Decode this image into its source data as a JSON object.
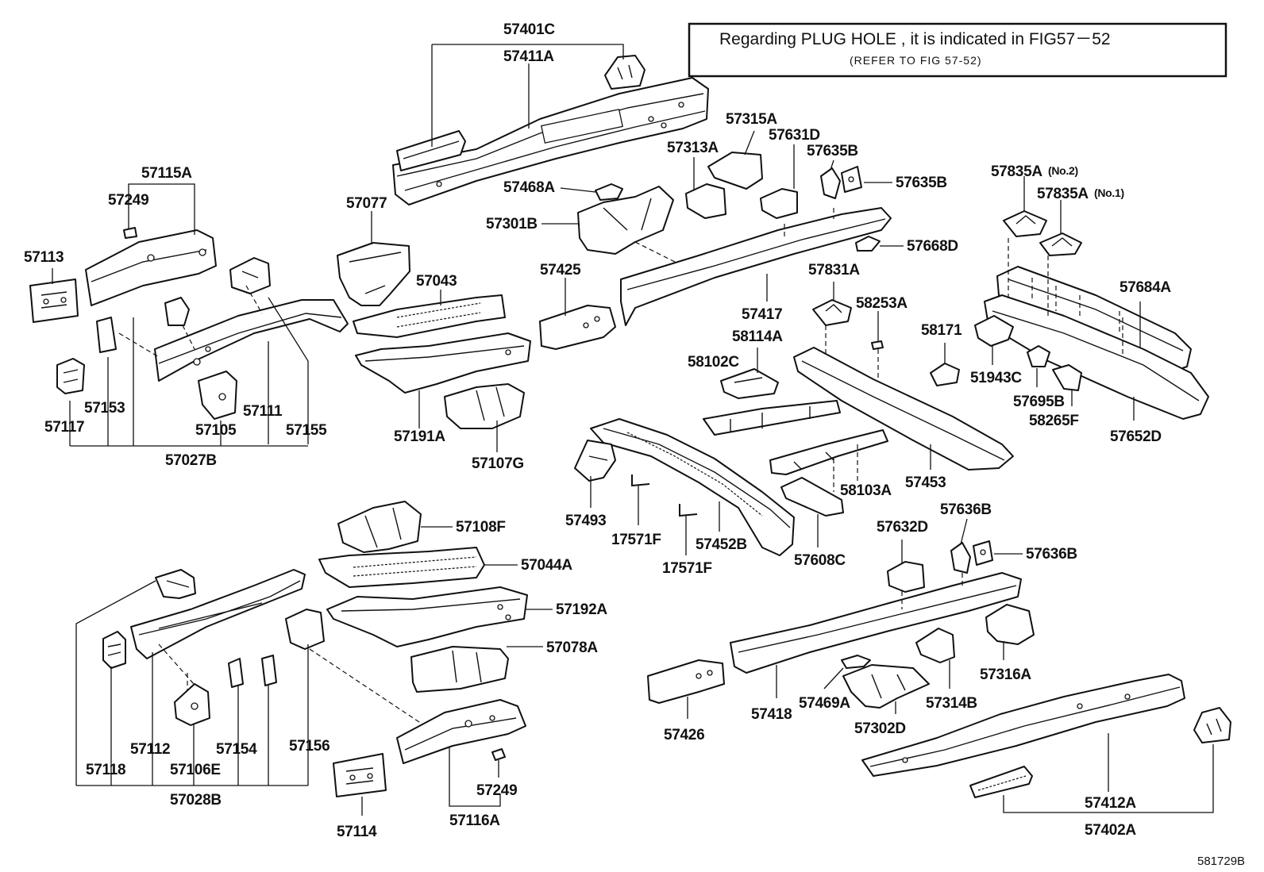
{
  "note": {
    "line1": "Regarding  PLUG HOLE  , it is  indicated  in  FIG57－52",
    "line2": "(REFER TO FIG 57-52)"
  },
  "figure_code": "581729B",
  "labels": {
    "p57401C": "57401C",
    "p57411A": "57411A",
    "p57315A": "57315A",
    "p57313A": "57313A",
    "p57631D": "57631D",
    "p57635B_top": "57635B",
    "p57635B_right": "57635B",
    "p57835A2": "57835A",
    "p57835A2_sub": "(No.2)",
    "p57835A1": "57835A",
    "p57835A1_sub": "(No.1)",
    "p57115A": "57115A",
    "p57249_top": "57249",
    "p57113": "57113",
    "p57077": "57077",
    "p57468A": "57468A",
    "p57301B": "57301B",
    "p57668D": "57668D",
    "p57043": "57043",
    "p57425": "57425",
    "p57831A": "57831A",
    "p58253A": "58253A",
    "p57684A": "57684A",
    "p57417": "57417",
    "p58114A": "58114A",
    "p58171": "58171",
    "p58102C": "58102C",
    "p51943C": "51943C",
    "p57153": "57153",
    "p57111": "57111",
    "p57117": "57117",
    "p57105": "57105",
    "p57155": "57155",
    "p57191A": "57191A",
    "p57695B": "57695B",
    "p58265F": "58265F",
    "p57652D": "57652D",
    "p57027B": "57027B",
    "p57107G": "57107G",
    "p57453": "57453",
    "p58103A": "58103A",
    "p57636B_top": "57636B",
    "p57636B_right": "57636B",
    "p57108F": "57108F",
    "p57493": "57493",
    "p57632D": "57632D",
    "p17571F_a": "17571F",
    "p57452B": "57452B",
    "p57608C": "57608C",
    "p17571F_b": "17571F",
    "p57044A": "57044A",
    "p57192A": "57192A",
    "p57316A": "57316A",
    "p57078A": "57078A",
    "p57418": "57418",
    "p57469A": "57469A",
    "p57314B": "57314B",
    "p57302D": "57302D",
    "p57426": "57426",
    "p57112": "57112",
    "p57154": "57154",
    "p57156": "57156",
    "p57118": "57118",
    "p57106E": "57106E",
    "p57249_bottom": "57249",
    "p57028B": "57028B",
    "p57412A": "57412A",
    "p57114": "57114",
    "p57116A": "57116A",
    "p57402A": "57402A"
  }
}
